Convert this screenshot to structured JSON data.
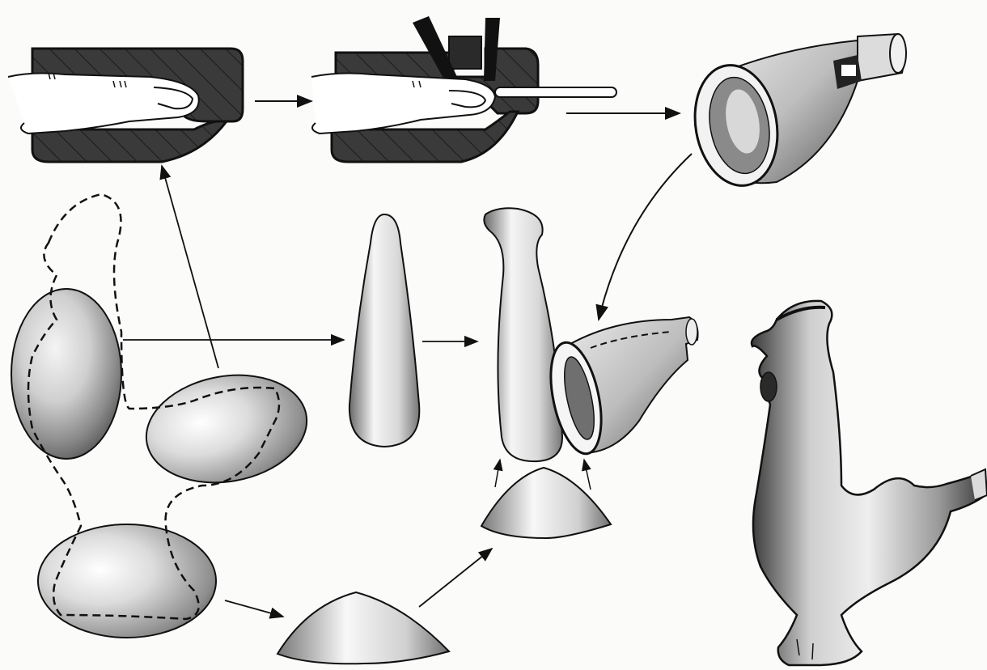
{
  "diagram": {
    "kind": "step-by-step illustration of modelling a clay rooster whistle",
    "text_labels": [],
    "colors": {
      "paper": "#fbfbfa",
      "ink": "#111111",
      "clay_dark": "#3a3a3a",
      "clay_mid": "#9a9a9a",
      "clay_light": "#f2f2f2",
      "finger": "#ffffff"
    },
    "stages": [
      {
        "id": "finger-in-clay",
        "icon": "finger-pressing-clay"
      },
      {
        "id": "finger-and-stick",
        "icon": "finger-with-stick-and-cutters"
      },
      {
        "id": "whistle-bell",
        "icon": "whistle-bell"
      },
      {
        "id": "clay-lump-upper",
        "icon": "clay-lump"
      },
      {
        "id": "clay-lump-middle",
        "icon": "clay-lump"
      },
      {
        "id": "clay-lump-base",
        "icon": "clay-lump"
      },
      {
        "id": "tapered-cone",
        "icon": "clay-cone"
      },
      {
        "id": "bent-neck",
        "icon": "rooster-neck"
      },
      {
        "id": "assembled-body",
        "icon": "whistle-body-attached"
      },
      {
        "id": "pedestal-cone-small",
        "icon": "pedestal"
      },
      {
        "id": "pedestal-cone-large",
        "icon": "pedestal"
      },
      {
        "id": "finished-rooster",
        "icon": "rooster-whistle"
      }
    ]
  }
}
